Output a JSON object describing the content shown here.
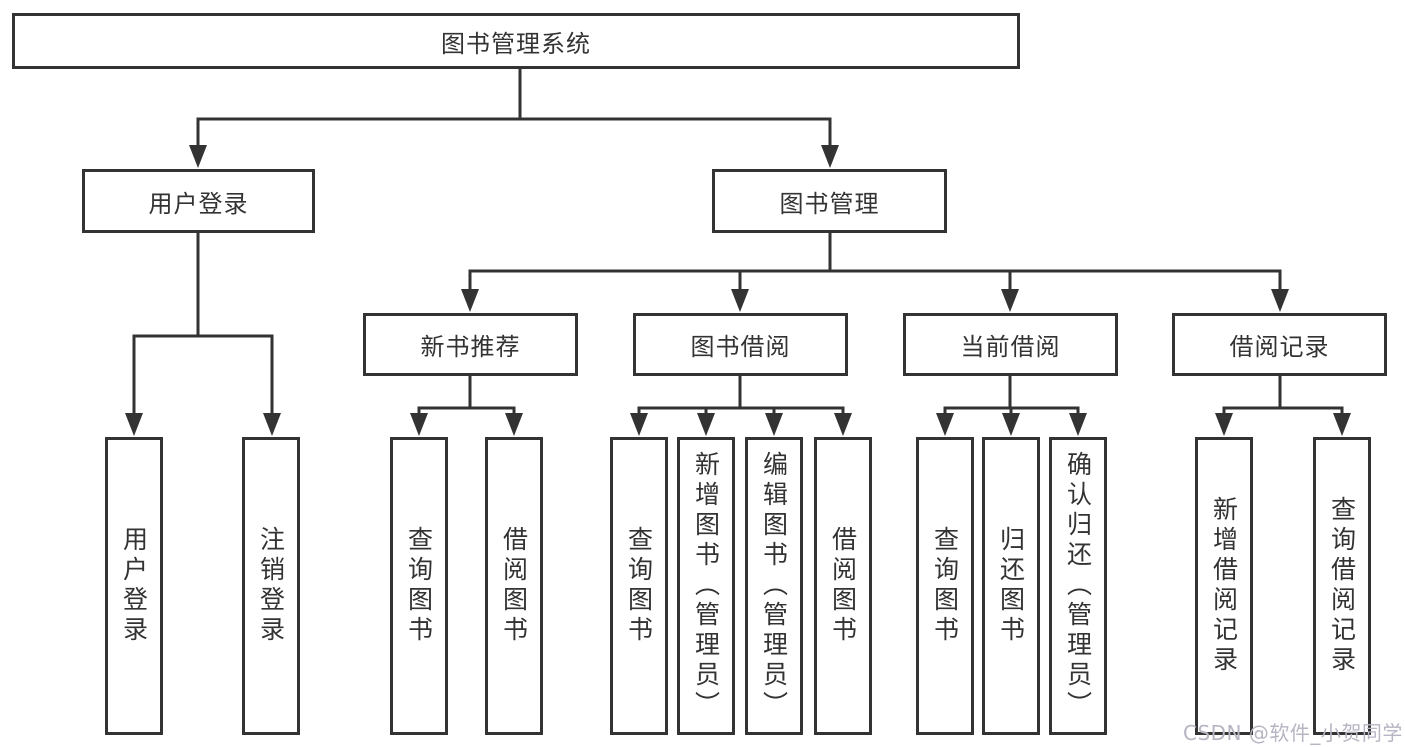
{
  "root": {
    "label": "图书管理系统"
  },
  "branches": {
    "user_login": {
      "label": "用户登录",
      "children": {
        "login": {
          "label": "用户登录"
        },
        "logout": {
          "label": "注销登录"
        }
      }
    },
    "book_management": {
      "label": "图书管理",
      "children": {
        "new_book_recommend": {
          "label": "新书推荐",
          "children": {
            "query_book": {
              "label": "查询图书"
            },
            "borrow_book": {
              "label": "借阅图书"
            }
          }
        },
        "book_borrow": {
          "label": "图书借阅",
          "children": {
            "query_book": {
              "label": "查询图书"
            },
            "add_book_admin": {
              "label": "新增图书（管理员）"
            },
            "edit_book_admin": {
              "label": "编辑图书（管理员）"
            },
            "borrow_book": {
              "label": "借阅图书"
            }
          }
        },
        "current_borrow": {
          "label": "当前借阅",
          "children": {
            "query_book": {
              "label": "查询图书"
            },
            "return_book": {
              "label": "归还图书"
            },
            "confirm_return_admin": {
              "label": "确认归还（管理员）"
            }
          }
        },
        "borrow_records": {
          "label": "借阅记录",
          "children": {
            "add_borrow_record": {
              "label": "新增借阅记录"
            },
            "query_borrow_record": {
              "label": "查询借阅记录"
            }
          }
        }
      }
    }
  },
  "watermark": "CSDN @软件_小贺同学",
  "colors": {
    "line": "#333333",
    "text": "#333333",
    "box_background": "#ffffff",
    "watermark": "#b7b5c3"
  }
}
